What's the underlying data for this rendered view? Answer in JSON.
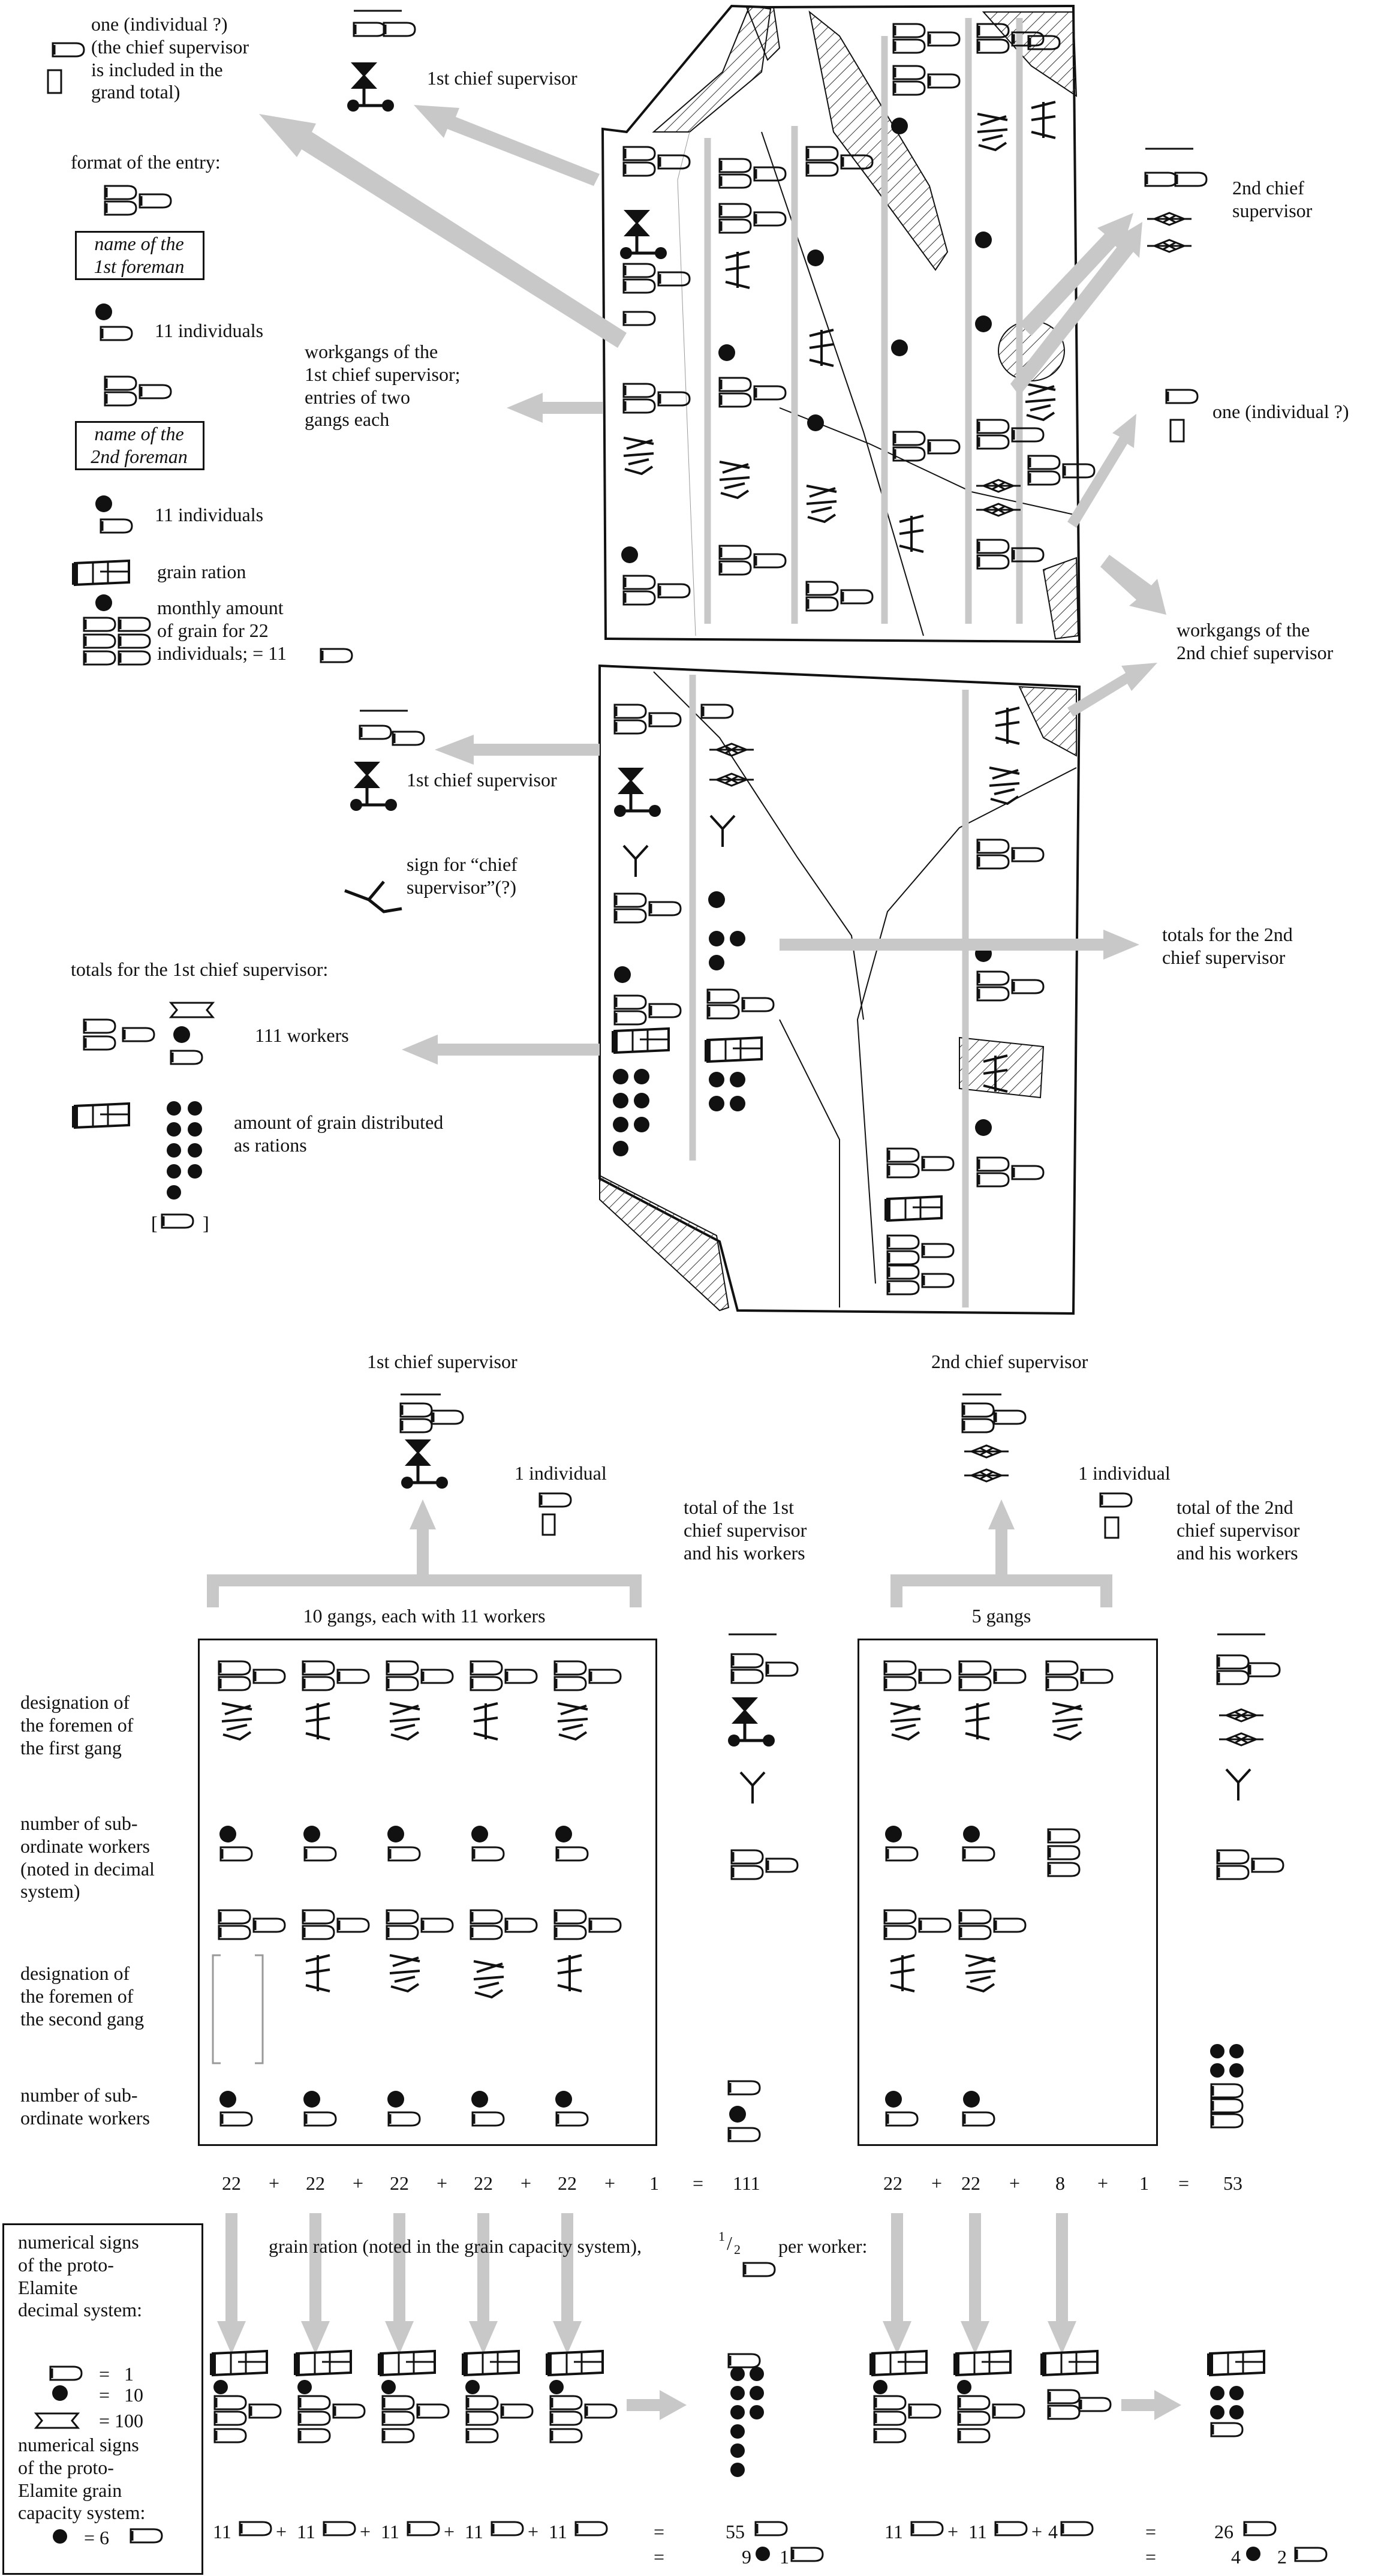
{
  "upper": {
    "one_individual_note": "one (individual ?)\n(the chief supervisor\nis included in the\ngrand total)",
    "first_chief": "1st chief supervisor",
    "format_of_entry": "format of the entry:",
    "name_1st_foreman": "name of the\n1st foreman",
    "eleven_ind_1": "11 individuals",
    "name_2nd_foreman": "name of the\n2nd foreman",
    "eleven_ind_2": "11 individuals",
    "grain_ration": "grain ration",
    "monthly_amount": "monthly amount\nof grain for 22\nindividuals; = 11",
    "workgangs_1st": "workgangs of the\n1st chief supervisor;\nentries of two\ngangs each",
    "second_chief": "2nd chief\nsupervisor",
    "one_individual_right": "one (individual ?)",
    "workgangs_2nd": "workgangs of the\n2nd chief supervisor"
  },
  "middle": {
    "first_chief": "1st chief supervisor",
    "sign_chief": "sign for “chief\nsupervisor”(?)",
    "totals_1st": "totals for the 1st chief supervisor:",
    "workers_111": "111 workers",
    "grain_distributed": "amount of grain distributed\nas rations",
    "totals_2nd": "totals for the 2nd\nchief supervisor"
  },
  "lower": {
    "first_chief": "1st chief supervisor",
    "second_chief": "2nd chief supervisor",
    "one_individual_a": "1 individual",
    "one_individual_b": "1 individual",
    "total_1st": "total of the 1st\nchief supervisor\nand his workers",
    "total_2nd": "total of the 2nd\nchief supervisor\nand his workers",
    "ten_gangs": "10 gangs, each with 11 workers",
    "five_gangs": "5 gangs",
    "row_labels": [
      "designation of\nthe foremen of\nthe first gang",
      "number of sub-\nordinate workers\n(noted in decimal\nsystem)",
      "designation of\nthe foremen of\nthe second gang",
      "number of sub-\nordinate workers"
    ],
    "sum_left": [
      "22",
      "+",
      "22",
      "+",
      "22",
      "+",
      "22",
      "+",
      "22",
      "+",
      "1",
      "=",
      "111"
    ],
    "sum_right": [
      "22",
      "+",
      "22",
      "+",
      "8",
      "+",
      "1",
      "=",
      "53"
    ],
    "ration_note": "grain ration (noted in the grain capacity system),",
    "ration_half_num": "1",
    "ration_half_den": "2",
    "ration_per_worker": "per worker:",
    "bottom_left": [
      "11",
      "+",
      "11",
      "+",
      "11",
      "+",
      "11",
      "+",
      "11"
    ],
    "eq": "=",
    "total_55": "55",
    "line2_9": "9",
    "line2_1": "1",
    "bottom_right": [
      "11",
      "+",
      "11",
      "+",
      "4"
    ],
    "total_26": "26",
    "line2_4": "4",
    "line2_2": "2"
  },
  "legend": {
    "decimal_title": "numerical signs\nof the proto-\nElamite\ndecimal system:",
    "eq1": "=   1",
    "eq10": "=   10",
    "eq100": "= 100",
    "grain_title": "numerical signs\nof the proto-\nElamite grain\ncapacity system:",
    "eq6": "= 6"
  }
}
